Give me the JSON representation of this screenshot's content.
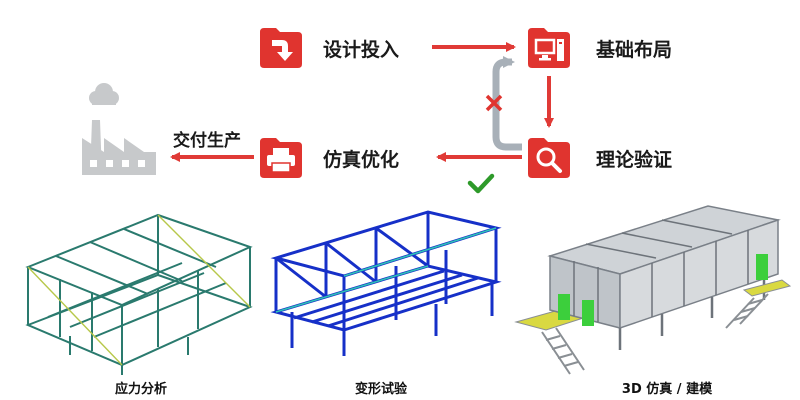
{
  "flow": {
    "design_input": "设计投入",
    "base_layout": "基础布局",
    "theory_verify": "理论验证",
    "sim_optimize": "仿真优化",
    "delivery": "交付生产"
  },
  "captions": {
    "stress": "应力分析",
    "deform": "变形试验",
    "model3d": "3D 仿真 / 建模"
  },
  "colors": {
    "accent_red": "#e0342f",
    "arrow_red": "#e03a36",
    "gray_arrow": "#a8b0b8",
    "check_green": "#2e9a2a",
    "factory_gray": "#c7c9cb"
  },
  "icons": {
    "design_input": "download-arrow-icon",
    "base_layout": "monitor-computer-icon",
    "theory_verify": "magnifier-icon",
    "sim_optimize": "printer-icon",
    "delivery": "factory-icon"
  }
}
